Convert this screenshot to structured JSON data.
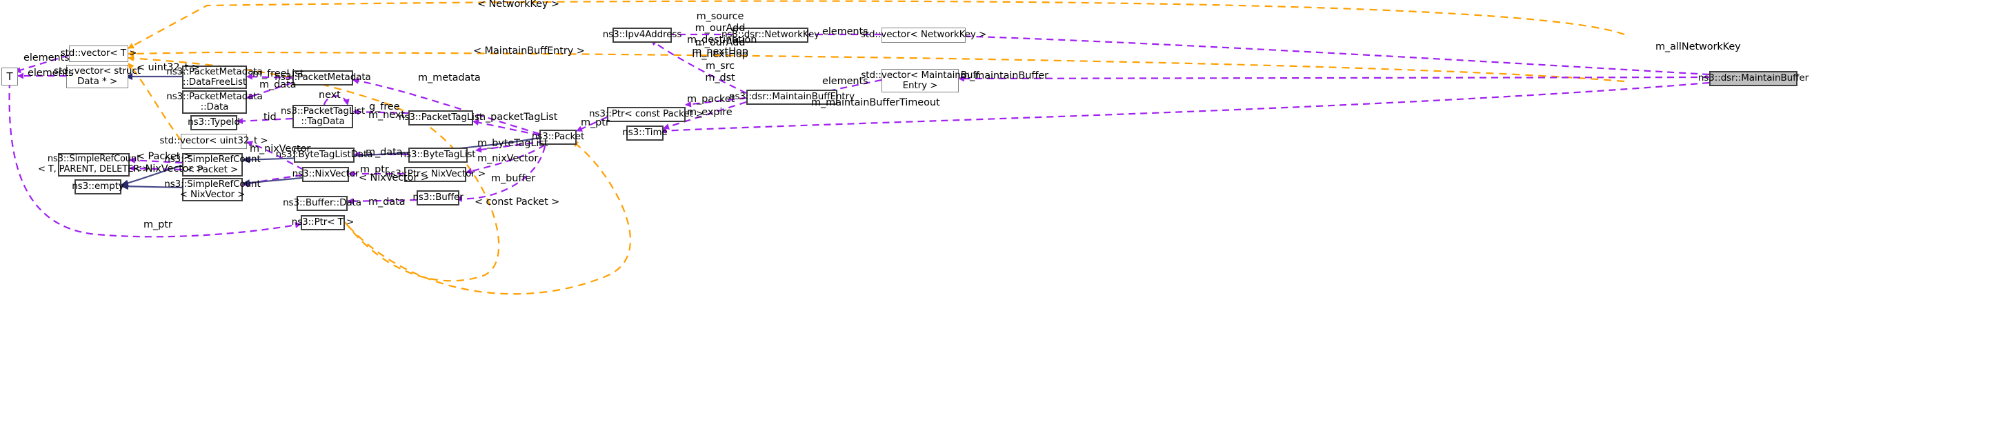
{
  "diagram": {
    "type": "uml-collaboration-diagram",
    "title": "ns3::dsr::MaintainBuffer",
    "colors": {
      "usage_edge": "#a020f0",
      "template_edge": "#ffa000",
      "inheritance_edge": "#4a4a8a",
      "node_border_thin": "#808080",
      "node_border_thick": "#404040",
      "target_node_fill": "#bfbfbf",
      "background": "#ffffff"
    }
  },
  "nodes": [
    {
      "id": "t",
      "label": "T"
    },
    {
      "id": "vector_t",
      "label": "std::vector< T >"
    },
    {
      "id": "vector_struct_data",
      "label": "std::vector< struct\nData * >"
    },
    {
      "id": "pm_datafreelist",
      "label": "ns3::PacketMetadata\n::DataFreeList"
    },
    {
      "id": "pm_data",
      "label": "ns3::PacketMetadata\n::Data"
    },
    {
      "id": "typeid",
      "label": "ns3::TypeId"
    },
    {
      "id": "vector_uint32",
      "label": "std::vector< uint32_t >"
    },
    {
      "id": "simplerefcount_tpd",
      "label": "ns3::SimpleRefCount\n< T, PARENT, DELETER >"
    },
    {
      "id": "empty",
      "label": "ns3::empty"
    },
    {
      "id": "simplerefcount_pkt",
      "label": "ns3::SimpleRefCount\n< Packet >"
    },
    {
      "id": "simplerefcount_nix",
      "label": "ns3::SimpleRefCount\n< NixVector >"
    },
    {
      "id": "packetmetadata",
      "label": "ns3::PacketMetadata"
    },
    {
      "id": "packettaglist_tag",
      "label": "ns3::PacketTagList\n::TagData"
    },
    {
      "id": "packettaglist",
      "label": "ns3::PacketTagList"
    },
    {
      "id": "bytetaglistdata",
      "label": "ns3::ByteTagListData"
    },
    {
      "id": "bytetaglist",
      "label": "ns3::ByteTagList"
    },
    {
      "id": "nixvector",
      "label": "ns3::NixVector"
    },
    {
      "id": "ptr_nixvector",
      "label": "ns3::Ptr< NixVector >"
    },
    {
      "id": "buffer_data",
      "label": "ns3::Buffer::Data"
    },
    {
      "id": "buffer",
      "label": "ns3::Buffer"
    },
    {
      "id": "ptr_t",
      "label": "ns3::Ptr< T >"
    },
    {
      "id": "packet",
      "label": "ns3::Packet"
    },
    {
      "id": "ptr_const_packet",
      "label": "ns3::Ptr< const Packet >"
    },
    {
      "id": "time",
      "label": "ns3::Time"
    },
    {
      "id": "ipv4address",
      "label": "ns3::Ipv4Address"
    },
    {
      "id": "networkkey",
      "label": "ns3::dsr::NetworkKey"
    },
    {
      "id": "maintainbuffentry",
      "label": "ns3::dsr::MaintainBuffEntry"
    },
    {
      "id": "vector_networkkey",
      "label": "std::vector< NetworkKey >"
    },
    {
      "id": "vector_maintainbuff",
      "label": "std::vector< MaintainBuff\nEntry >"
    },
    {
      "id": "maintainbuffer",
      "label": "ns3::dsr::MaintainBuffer"
    }
  ],
  "edge_labels": [
    {
      "id": "lbl_networkkey_tmpl",
      "text": "< NetworkKey >"
    },
    {
      "id": "lbl_maintainbuff_tmpl",
      "text": "< MaintainBuffEntry >"
    },
    {
      "id": "lbl_elements_1",
      "text": "elements"
    },
    {
      "id": "lbl_elements_2",
      "text": "elements"
    },
    {
      "id": "lbl_elements_3",
      "text": "elements"
    },
    {
      "id": "lbl_elements_4",
      "text": "elements"
    },
    {
      "id": "lbl_uint32_tmpl",
      "text": "< uint32_t >"
    },
    {
      "id": "lbl_m_freelist",
      "text": "m_freeList"
    },
    {
      "id": "lbl_m_data_pm",
      "text": "m_data"
    },
    {
      "id": "lbl_m_metadata",
      "text": "m_metadata"
    },
    {
      "id": "lbl_next",
      "text": "next"
    },
    {
      "id": "lbl_g_free",
      "text": "g_free"
    },
    {
      "id": "lbl_m_next",
      "text": "m_next"
    },
    {
      "id": "lbl_tid",
      "text": "tid"
    },
    {
      "id": "lbl_m_packettaglist",
      "text": "m_packetTagList"
    },
    {
      "id": "lbl_m_ptr_packet",
      "text": "m_ptr"
    },
    {
      "id": "lbl_m_packet",
      "text": "m_packet"
    },
    {
      "id": "lbl_m_expire",
      "text": "m_expire"
    },
    {
      "id": "lbl_m_bytetaglist",
      "text": "m_byteTagList"
    },
    {
      "id": "lbl_m_data_btl",
      "text": "m_data"
    },
    {
      "id": "lbl_m_nixvector_pkt",
      "text": "m_nixVector"
    },
    {
      "id": "lbl_m_nixvector_src",
      "text": "m_nixVector"
    },
    {
      "id": "lbl_packet_tmpl",
      "text": "< Packet >"
    },
    {
      "id": "lbl_nixvector_tmpl_a",
      "text": "< NixVector >"
    },
    {
      "id": "lbl_nixvector_tmpl_b",
      "text": "< NixVector >"
    },
    {
      "id": "lbl_m_ptr_nix",
      "text": "m_ptr"
    },
    {
      "id": "lbl_m_buffer",
      "text": "m_buffer"
    },
    {
      "id": "lbl_m_data_buf",
      "text": "m_data"
    },
    {
      "id": "lbl_const_packet",
      "text": "< const Packet >"
    },
    {
      "id": "lbl_m_ptr_bottom",
      "text": "m_ptr"
    },
    {
      "id": "lbl_ipv4_members",
      "text": "m_source\nm_ourAdd\nm_destination\nm_nextHop"
    },
    {
      "id": "lbl_ipv4_members2",
      "text": "m_ourAdd\nm_nextHop\nm_src\nm_dst"
    },
    {
      "id": "lbl_m_maintainbuffto",
      "text": "m_maintainBufferTimeout"
    },
    {
      "id": "lbl_m_maintainbuffer",
      "text": "m_maintainBuffer"
    },
    {
      "id": "lbl_m_allnetworkkey",
      "text": "m_allNetworkKey"
    }
  ]
}
